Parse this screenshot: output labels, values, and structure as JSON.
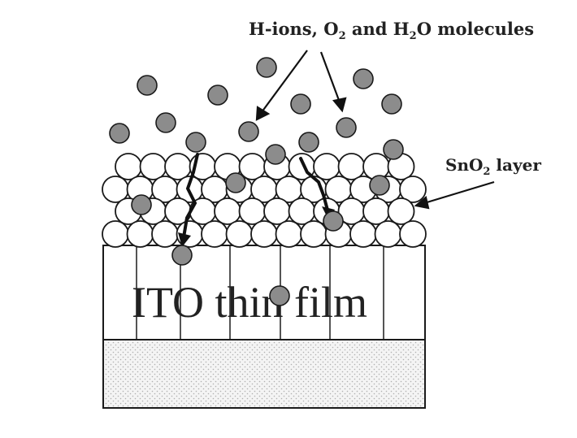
{
  "labels": {
    "gases_prefix": "H-ions, O",
    "gases_sub1": "2",
    "gases_mid": " and H",
    "gases_sub2": "2",
    "gases_suffix": "O molecules",
    "sno2_prefix": "SnO",
    "sno2_sub": "2",
    "sno2_suffix": " layer",
    "ito": "ITO thin film"
  },
  "colors": {
    "molecule_fill": "#8c8c8c",
    "grain_fill": "#ffffff",
    "stroke": "#1a1a1a",
    "substrate_dots": "#b0b0b0"
  }
}
